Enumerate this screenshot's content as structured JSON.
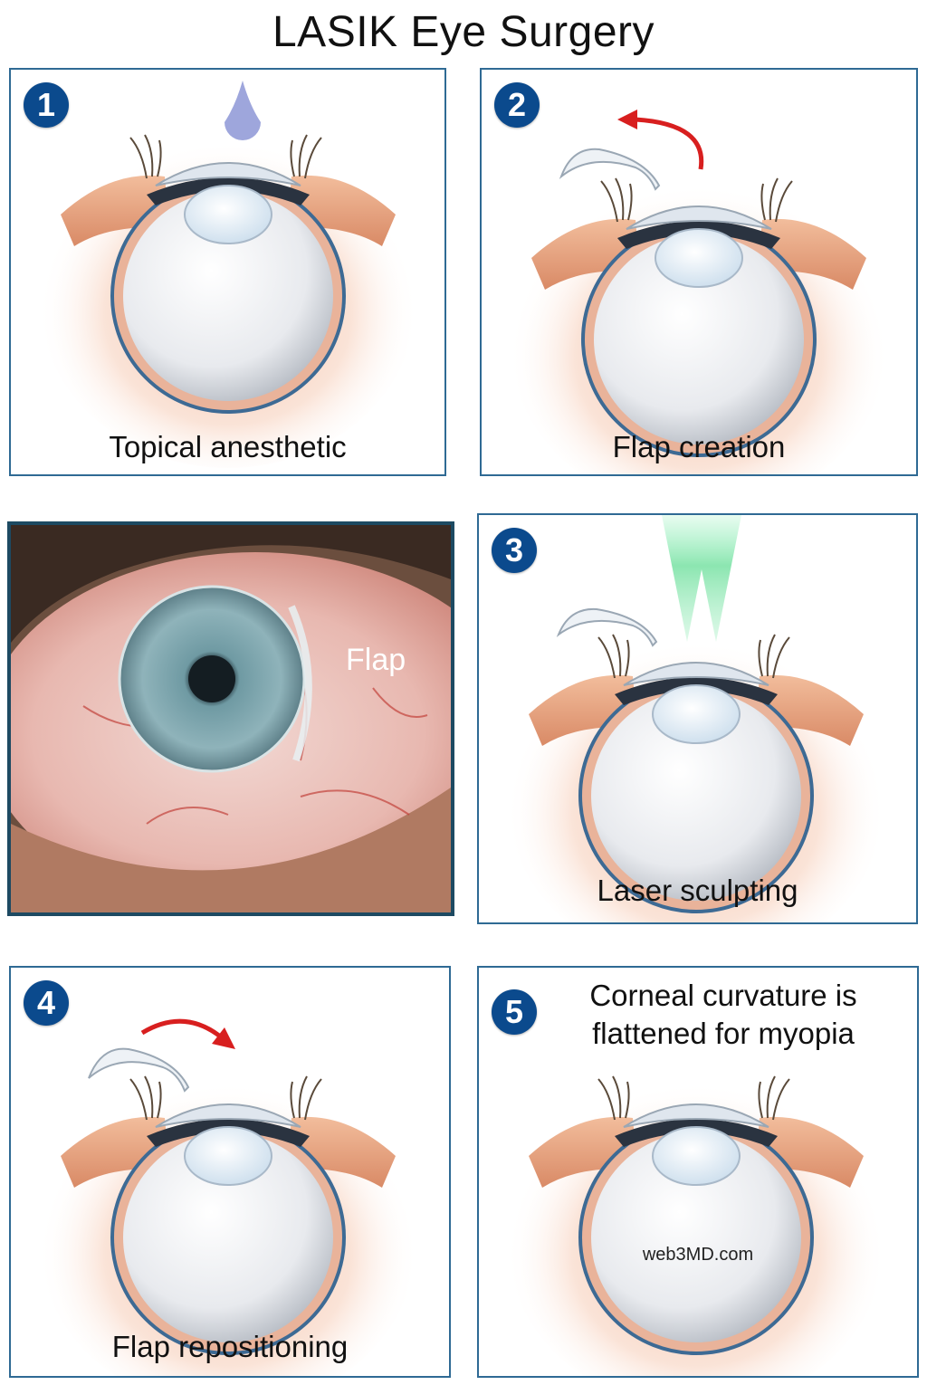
{
  "title": "LASIK Eye Surgery",
  "steps": [
    {
      "number": "1",
      "caption": "Topical anesthetic"
    },
    {
      "number": "2",
      "caption": "Flap creation"
    },
    {
      "number": "3",
      "caption": "Laser sculpting"
    },
    {
      "number": "4",
      "caption": "Flap repositioning"
    },
    {
      "number": "5",
      "caption_line1": "Corneal curvature is",
      "caption_line2": "flattened for myopia"
    }
  ],
  "photo": {
    "label": "Flap"
  },
  "watermark": "web3MD.com",
  "colors": {
    "panel_border": "#2f6a94",
    "badge": "#0b4a8d",
    "arrow": "#d81f1f",
    "laser": "#7fe3a8",
    "drop": "#9ea6dc",
    "skin": "#e9a27f"
  }
}
